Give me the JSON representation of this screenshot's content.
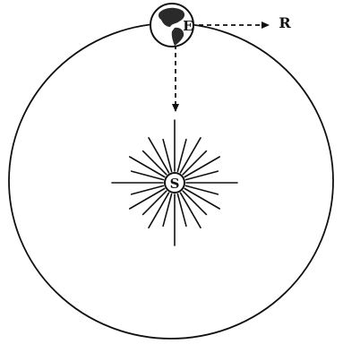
{
  "labels": {
    "earth": "E",
    "sun": "S",
    "direction": "R"
  },
  "colors": {
    "ink": "#111111",
    "background": "#ffffff",
    "earth_land": "#2a2a2a"
  },
  "icons": {
    "earth": "earth-globe-icon",
    "sun": "sun-rays-icon"
  }
}
